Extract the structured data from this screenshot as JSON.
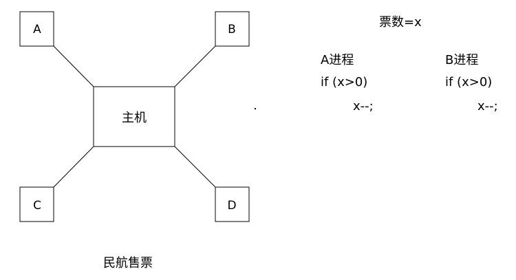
{
  "diagram": {
    "host": "主机",
    "terminals": [
      "A",
      "B",
      "C",
      "D"
    ],
    "caption": "民航售票"
  },
  "code": {
    "tickets": "票数=x",
    "process_a": {
      "title": "A进程",
      "line1": "if (x>0)",
      "line2": "x--;"
    },
    "process_b": {
      "title": "B进程",
      "line1": "if (x>0)",
      "line2": "x--;"
    }
  }
}
